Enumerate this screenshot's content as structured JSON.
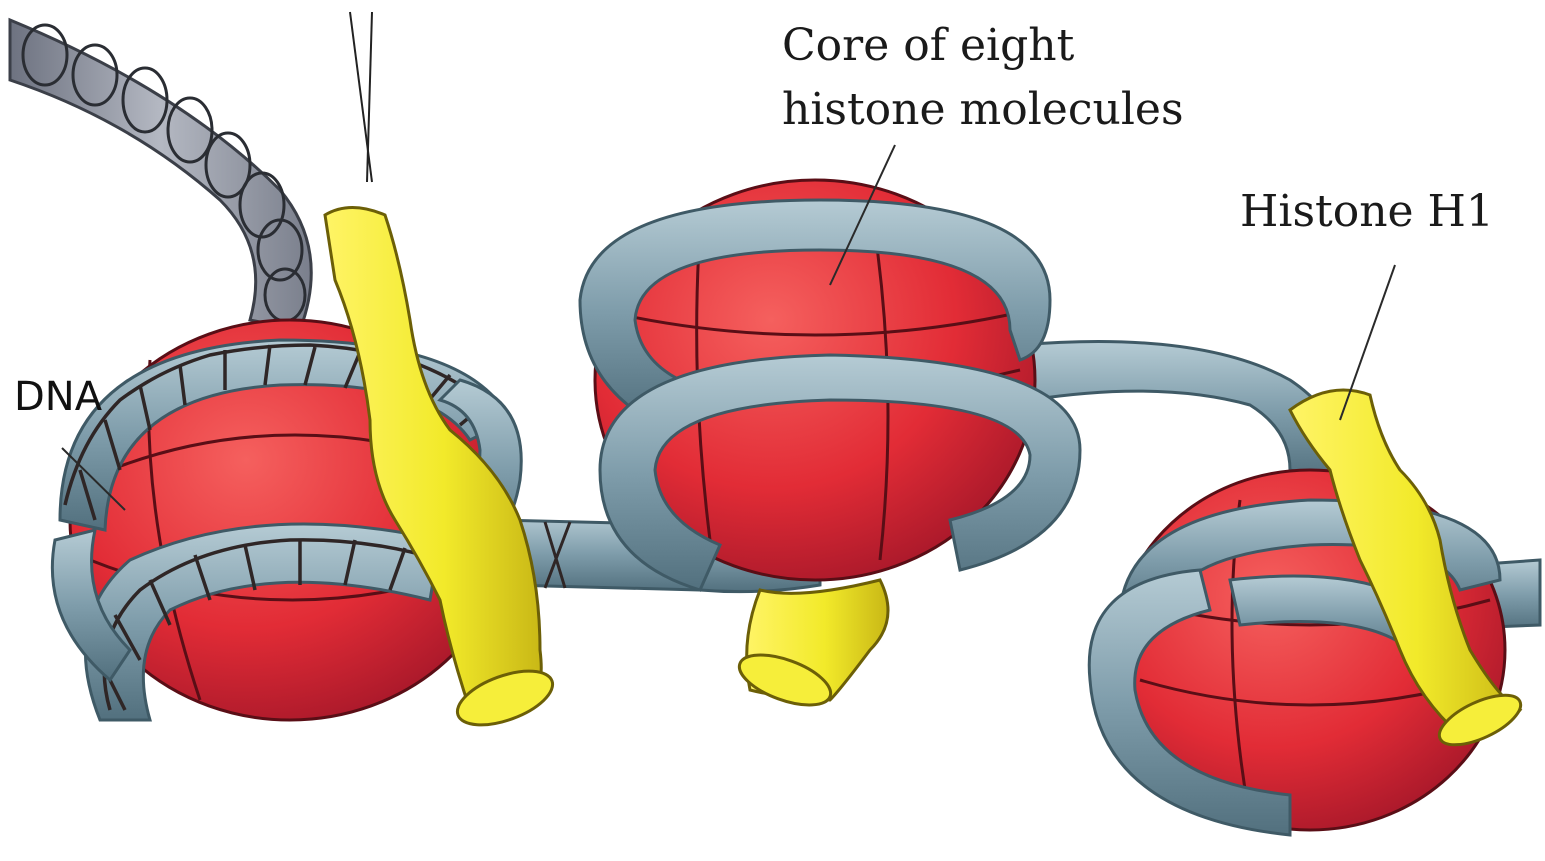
{
  "labels": {
    "core_line1": "Core of eight",
    "core_line2": "histone molecules",
    "histone_h1": "Histone H1",
    "dna": "DNA"
  },
  "colors": {
    "histone_core": "#e8303a",
    "histone_core_shadow": "#b51e2a",
    "dna_tube": "#8aa7b4",
    "dna_tube_dark": "#4f6d7c",
    "histone_h1": "#f2ea2a",
    "h1_shadow": "#c9b816",
    "fiber_gray": "#8a8e9a"
  },
  "icons": {
    "nucleosome": "nucleosome-illustration",
    "solenoid": "chromatin-fiber-coil"
  }
}
